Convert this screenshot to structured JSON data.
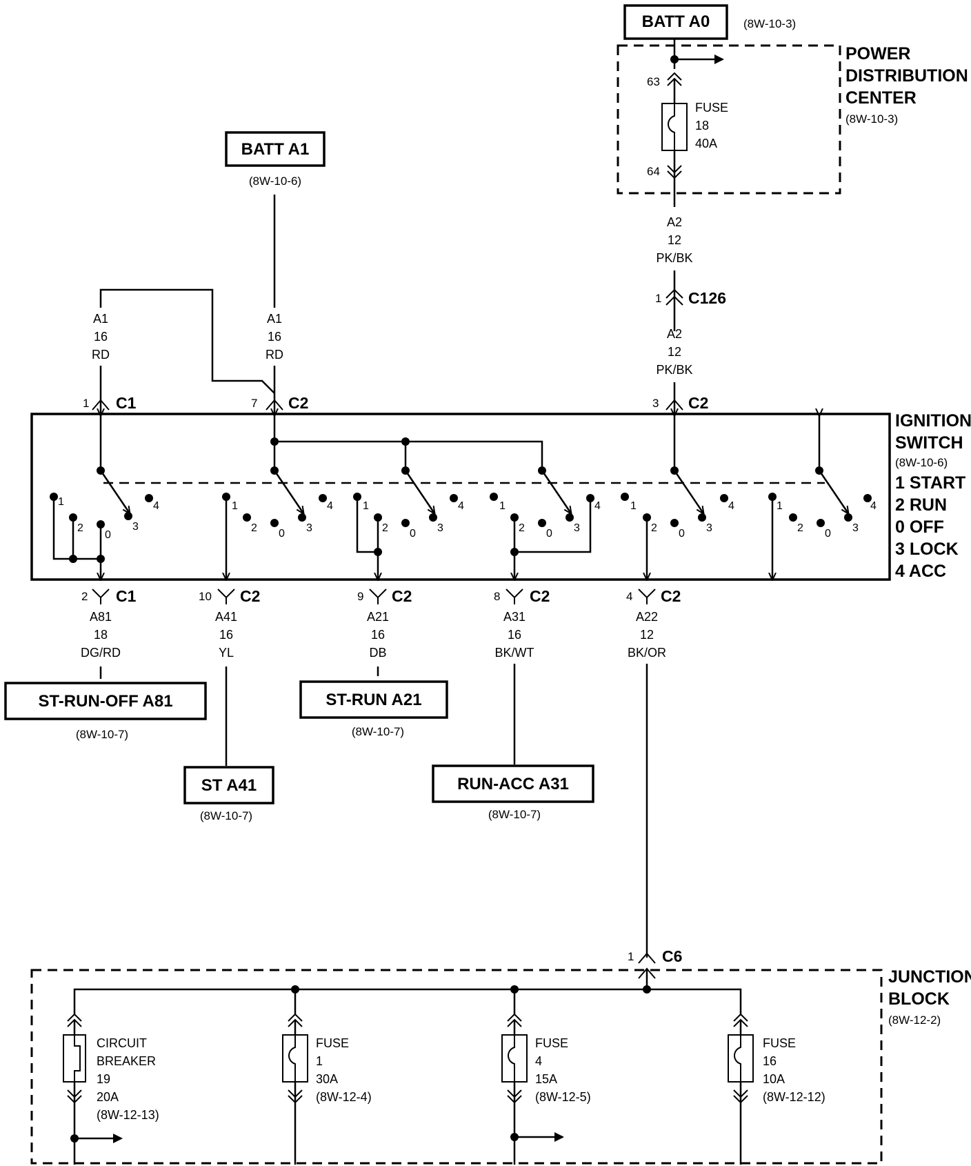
{
  "sources": {
    "batt_a0": {
      "label": "BATT A0",
      "ref": "(8W-10-3)"
    },
    "batt_a1": {
      "label": "BATT A1",
      "ref": "(8W-10-6)"
    }
  },
  "power_distribution_center": {
    "title_lines": [
      "POWER",
      "DISTRIBUTION",
      "CENTER"
    ],
    "ref": "(8W-10-3)",
    "pin_in": "63",
    "pin_out": "64",
    "fuse": [
      "FUSE",
      "18",
      "40A"
    ]
  },
  "wires": {
    "a2_upper": [
      "A2",
      "12",
      "PK/BK"
    ],
    "a2_lower": [
      "A2",
      "12",
      "PK/BK"
    ],
    "a1_left": [
      "A1",
      "16",
      "RD"
    ],
    "a1_right": [
      "A1",
      "16",
      "RD"
    ],
    "a81": [
      "A81",
      "18",
      "DG/RD"
    ],
    "a41": [
      "A41",
      "16",
      "YL"
    ],
    "a21": [
      "A21",
      "16",
      "DB"
    ],
    "a31": [
      "A31",
      "16",
      "BK/WT"
    ],
    "a22": [
      "A22",
      "12",
      "BK/OR"
    ]
  },
  "connectors": {
    "c126": {
      "name": "C126",
      "pin": "1"
    },
    "top_c1": {
      "name": "C1",
      "pin": "1"
    },
    "top_c2_7": {
      "name": "C2",
      "pin": "7"
    },
    "top_c2_3": {
      "name": "C2",
      "pin": "3"
    },
    "bot_c1_2": {
      "name": "C1",
      "pin": "2"
    },
    "bot_c2_10": {
      "name": "C2",
      "pin": "10"
    },
    "bot_c2_9": {
      "name": "C2",
      "pin": "9"
    },
    "bot_c2_8": {
      "name": "C2",
      "pin": "8"
    },
    "bot_c2_4": {
      "name": "C2",
      "pin": "4"
    },
    "c6": {
      "name": "C6",
      "pin": "1"
    }
  },
  "ignition_switch": {
    "title_lines": [
      "IGNITION",
      "SWITCH"
    ],
    "ref": "(8W-10-6)",
    "legend": [
      "1 START",
      "2 RUN",
      "0 OFF",
      "3 LOCK",
      "4 ACC"
    ],
    "positions": [
      "1",
      "2",
      "0",
      "3",
      "4"
    ]
  },
  "destinations": {
    "st_run_off": {
      "label": "ST-RUN-OFF A81",
      "ref": "(8W-10-7)"
    },
    "st_a41": {
      "label": "ST A41",
      "ref": "(8W-10-7)"
    },
    "st_run": {
      "label": "ST-RUN A21",
      "ref": "(8W-10-7)"
    },
    "run_acc": {
      "label": "RUN-ACC A31",
      "ref": "(8W-10-7)"
    }
  },
  "junction_block": {
    "title_lines": [
      "JUNCTION",
      "BLOCK"
    ],
    "ref": "(8W-12-2)",
    "circuit_breaker": [
      "CIRCUIT",
      "BREAKER",
      "19",
      "20A",
      "(8W-12-13)"
    ],
    "fuse_1": [
      "FUSE",
      "1",
      "30A",
      "(8W-12-4)"
    ],
    "fuse_4": [
      "FUSE",
      "4",
      "15A",
      "(8W-12-5)"
    ],
    "fuse_16": [
      "FUSE",
      "16",
      "10A",
      "(8W-12-12)"
    ]
  }
}
